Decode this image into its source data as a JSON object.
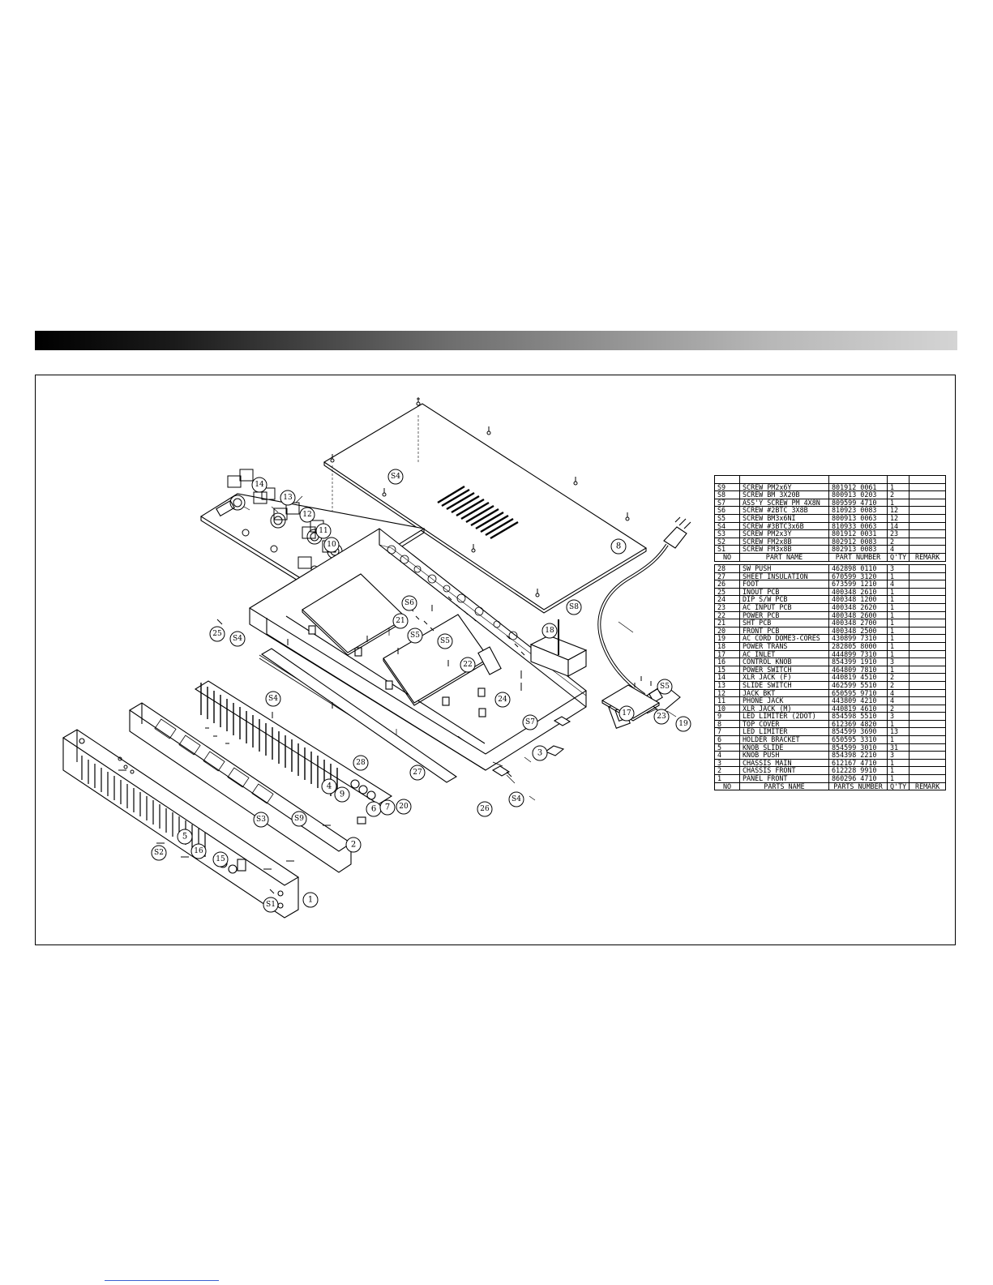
{
  "callouts": {
    "c1": "1",
    "c2": "2",
    "c3": "3",
    "c4": "4",
    "c5": "5",
    "c6": "6",
    "c7": "7",
    "c8": "8",
    "c9": "9",
    "c10": "10",
    "c11": "11",
    "c12": "12",
    "c13": "13",
    "c14": "14",
    "c15": "15",
    "c16": "16",
    "c17": "17",
    "c18": "18",
    "c19": "19",
    "c20": "20",
    "c21": "21",
    "c22": "22",
    "c23": "23",
    "c24": "24",
    "c25": "25",
    "c26": "26",
    "c27": "27",
    "c28": "28",
    "s1": "S1",
    "s2": "S2",
    "s3": "S3",
    "s4a": "S4",
    "s4b": "S4",
    "s4c": "S4",
    "s4d": "S4",
    "s5a": "S5",
    "s5b": "S5",
    "s5c": "S5",
    "s6": "S6",
    "s7": "S7",
    "s8": "S8",
    "s9": "S9"
  },
  "screws_table": {
    "header": {
      "no": "NO",
      "name": "PART NAME",
      "number": "PART NUMBER",
      "qty": "Q'TY",
      "remark": "REMARK"
    },
    "rows": [
      {
        "no": "S9",
        "name": "SCREW PM2x6Y",
        "number": "801912 0061",
        "qty": "1",
        "remark": ""
      },
      {
        "no": "S8",
        "name": "SCREW BM 3X20B",
        "number": "800913 0203",
        "qty": "2",
        "remark": ""
      },
      {
        "no": "S7",
        "name": "ASS'Y SCREW PM 4X8N",
        "number": "809599 4710",
        "qty": "1",
        "remark": ""
      },
      {
        "no": "S6",
        "name": "SCREW #2BTC 3X8B",
        "number": "810923 0083",
        "qty": "12",
        "remark": ""
      },
      {
        "no": "S5",
        "name": "SCREW BM3x6NI",
        "number": "800913 0063",
        "qty": "12",
        "remark": ""
      },
      {
        "no": "S4",
        "name": "SCREW #3BTC3x6B",
        "number": "810933 0063",
        "qty": "14",
        "remark": ""
      },
      {
        "no": "S3",
        "name": "SCREW PM2x3Y",
        "number": "801912 0031",
        "qty": "23",
        "remark": ""
      },
      {
        "no": "S2",
        "name": "SCREW FM2x8B",
        "number": "802912 0083",
        "qty": "2",
        "remark": ""
      },
      {
        "no": "S1",
        "name": "SCREW FM3x8B",
        "number": "802913 0083",
        "qty": "4",
        "remark": ""
      }
    ]
  },
  "parts_table": {
    "header": {
      "no": "NO",
      "name": "PARTS NAME",
      "number": "PARTS NUMBER",
      "qty": "Q'TY",
      "remark": "REMARK"
    },
    "rows": [
      {
        "no": "28",
        "name": "SW PUSH",
        "number": "462898 0110",
        "qty": "3",
        "remark": ""
      },
      {
        "no": "27",
        "name": "SHEET INSULATION",
        "number": "670599 3120",
        "qty": "1",
        "remark": ""
      },
      {
        "no": "26",
        "name": "FOOT",
        "number": "673599 1210",
        "qty": "4",
        "remark": ""
      },
      {
        "no": "25",
        "name": "INOUT PCB",
        "number": "400348 2610",
        "qty": "1",
        "remark": ""
      },
      {
        "no": "24",
        "name": "DIP S/W PCB",
        "number": "400348 1200",
        "qty": "1",
        "remark": ""
      },
      {
        "no": "23",
        "name": "AC INPUT PCB",
        "number": "400348 2620",
        "qty": "1",
        "remark": ""
      },
      {
        "no": "22",
        "name": "POWER PCB",
        "number": "400348 2600",
        "qty": "1",
        "remark": ""
      },
      {
        "no": "21",
        "name": "SHT PCB",
        "number": "400348 2700",
        "qty": "1",
        "remark": ""
      },
      {
        "no": "20",
        "name": "FRONT PCB",
        "number": "400348 2500",
        "qty": "1",
        "remark": ""
      },
      {
        "no": "19",
        "name": "AC CORD DOME3-CORES",
        "number": "430899 7310",
        "qty": "1",
        "remark": ""
      },
      {
        "no": "18",
        "name": "POWER TRANS",
        "number": "282805 8000",
        "qty": "1",
        "remark": ""
      },
      {
        "no": "17",
        "name": "AC INLET",
        "number": "444899 7310",
        "qty": "1",
        "remark": ""
      },
      {
        "no": "16",
        "name": "CONTROL KNOB",
        "number": "854399 1910",
        "qty": "3",
        "remark": ""
      },
      {
        "no": "15",
        "name": "POWER SWITCH",
        "number": "464809 7810",
        "qty": "1",
        "remark": ""
      },
      {
        "no": "14",
        "name": "XLR JACK (F)",
        "number": "440819 4510",
        "qty": "2",
        "remark": ""
      },
      {
        "no": "13",
        "name": "SLIDE SWITCH",
        "number": "462599 5510",
        "qty": "2",
        "remark": ""
      },
      {
        "no": "12",
        "name": "JACK BKT",
        "number": "650595 9710",
        "qty": "4",
        "remark": ""
      },
      {
        "no": "11",
        "name": "PHONE JACK",
        "number": "443809 4210",
        "qty": "4",
        "remark": ""
      },
      {
        "no": "10",
        "name": "XLR JACK (M)",
        "number": "440819 4610",
        "qty": "2",
        "remark": ""
      },
      {
        "no": "9",
        "name": "LED LIMITER (2DOT)",
        "number": "854598 5510",
        "qty": "3",
        "remark": ""
      },
      {
        "no": "8",
        "name": "TOP COVER",
        "number": "612369 4820",
        "qty": "1",
        "remark": ""
      },
      {
        "no": "7",
        "name": "LED LIMITER",
        "number": "854599 3690",
        "qty": "13",
        "remark": ""
      },
      {
        "no": "6",
        "name": "HOLDER BRACKET",
        "number": "650595 3310",
        "qty": "1",
        "remark": ""
      },
      {
        "no": "5",
        "name": "KNOB SLIDE",
        "number": "854599 3010",
        "qty": "31",
        "remark": ""
      },
      {
        "no": "4",
        "name": "KNOB PUSH",
        "number": "854398 2210",
        "qty": "3",
        "remark": ""
      },
      {
        "no": "3",
        "name": "CHASSIS MAIN",
        "number": "612167 4710",
        "qty": "1",
        "remark": ""
      },
      {
        "no": "2",
        "name": "CHASSIS FRONT",
        "number": "612228 9910",
        "qty": "1",
        "remark": ""
      },
      {
        "no": "1",
        "name": "PANEL FRONT",
        "number": "860296 4710",
        "qty": "1",
        "remark": ""
      }
    ]
  }
}
